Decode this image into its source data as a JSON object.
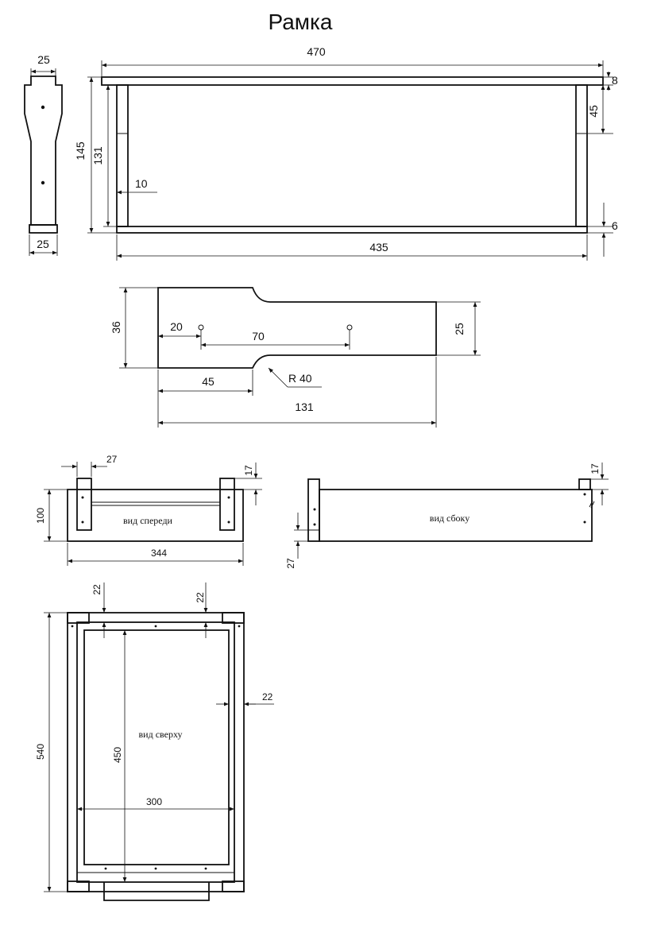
{
  "title": "Рамка",
  "labels": {
    "front_view": "вид спереди",
    "side_view": "вид сбоку",
    "top_view": "вид сверху"
  },
  "frame": {
    "end_width_top": "25",
    "end_width_bottom": "25",
    "total_length": "470",
    "top_bar_thickness": "8",
    "side_bar_width": "10",
    "frame_height": "145",
    "inner_height": "131",
    "lug_height": "45",
    "bottom_bar_thickness": "6",
    "bottom_length": "435"
  },
  "end_bar": {
    "full_width": "36",
    "hole_offset": "20",
    "hole_spacing": "70",
    "narrow_width": "25",
    "wide_length": "45",
    "radius": "R 40",
    "total_length": "131"
  },
  "front_view": {
    "leg_width": "27",
    "leg_protrusion": "17",
    "height": "100",
    "width": "344"
  },
  "side_view": {
    "leg_protrusion": "17",
    "leg_height": "27"
  },
  "top_view": {
    "rail_left": "22",
    "rail_right": "22",
    "side_rail": "22",
    "outer_length": "540",
    "inner_length": "450",
    "inner_width": "300"
  }
}
